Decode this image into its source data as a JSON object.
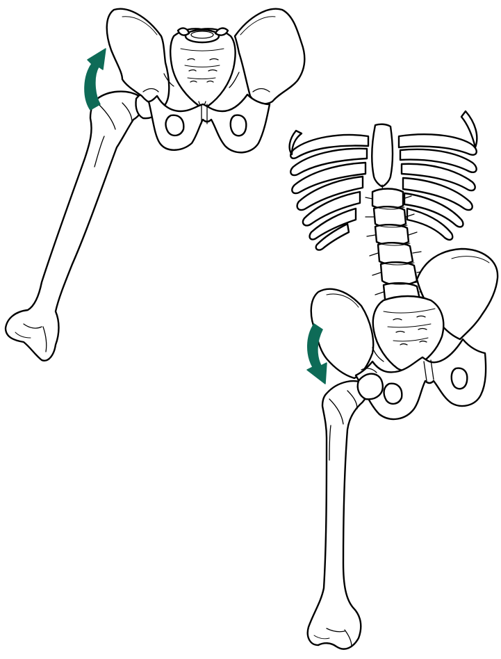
{
  "figure": {
    "panels": [
      {
        "id": "abduction-view",
        "arrow_direction": "up"
      },
      {
        "id": "lateral-tilt-view",
        "arrow_direction": "down"
      }
    ],
    "colors": {
      "outline": "#000000",
      "bone_fill": "#ffffff",
      "arrow": "#0e6b57",
      "background": "#ffffff"
    },
    "icons": [
      "curved-arrow-up-icon",
      "curved-arrow-down-icon"
    ]
  }
}
